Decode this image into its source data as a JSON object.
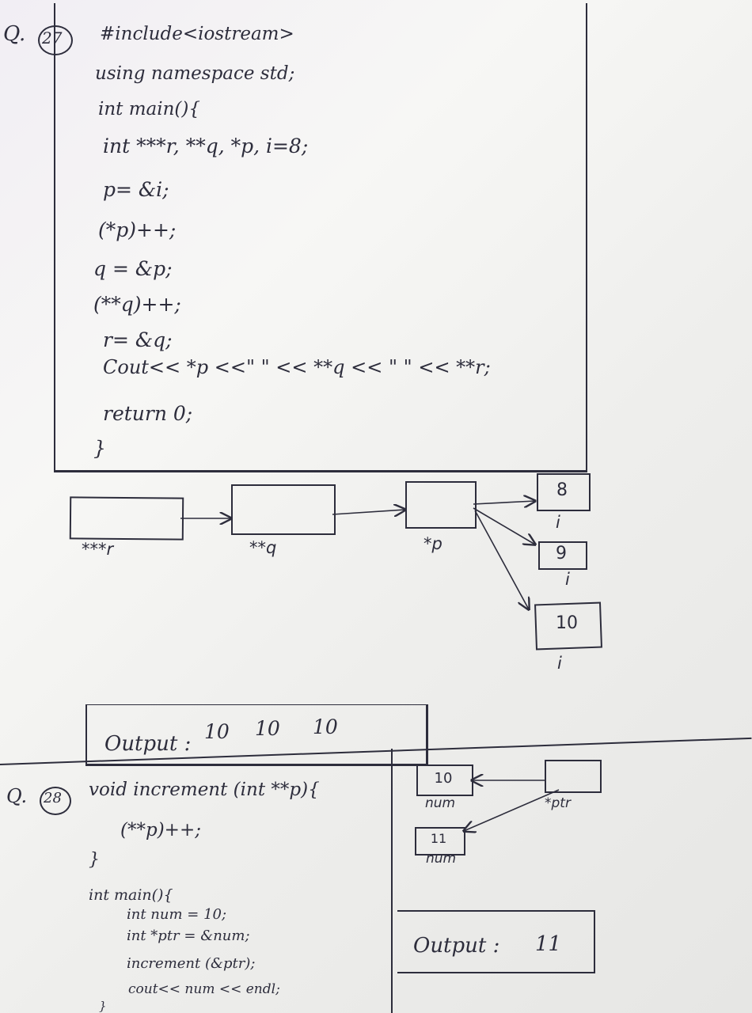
{
  "q27": {
    "label": "Q.",
    "number": "27",
    "code_lines": [
      "#include<iostream>",
      "using namespace std;",
      "int main(){",
      "int ***r, **q, *p, i=8;",
      "p= &i;",
      "(*p)++;",
      "q = &p;",
      "(**q)++;",
      "r= &q;",
      "Cout<< *p <<\" \" << **q << \" \" << **r;",
      "return 0;",
      "}"
    ],
    "diagram": {
      "r_label": "***r",
      "q_label": "**q",
      "p_label": "*p",
      "i_boxes": [
        {
          "value": "8",
          "label": "i"
        },
        {
          "value": "9",
          "label": "i"
        },
        {
          "value": "10",
          "label": "i"
        }
      ]
    },
    "output_label": "Output :",
    "output_values": [
      "10",
      "10",
      "10"
    ]
  },
  "q28": {
    "label": "Q.",
    "number": "28",
    "code_lines": [
      "void increment (int **p){",
      "(**p)++;",
      "}",
      "int main(){",
      "int num = 10;",
      "int *ptr = &num;",
      "increment (&ptr);",
      "cout<< num << endl;",
      "}"
    ],
    "diagram": {
      "num_boxes": [
        {
          "value": "10",
          "label": "num"
        },
        {
          "value": "11",
          "label": "num"
        }
      ],
      "ptr_label": "*ptr"
    },
    "output_label": "Output :",
    "output_value": "11"
  }
}
